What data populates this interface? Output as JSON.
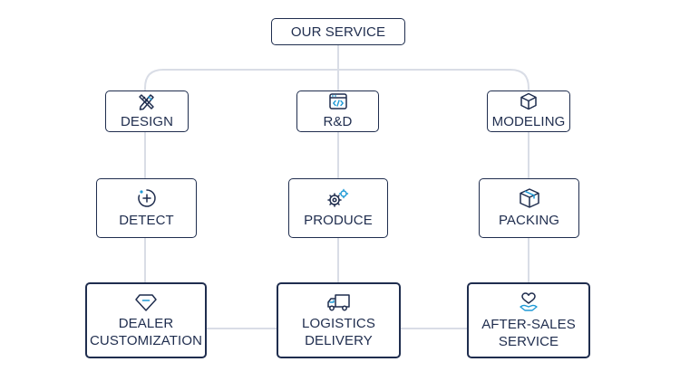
{
  "root": {
    "label": "OUR SERVICE"
  },
  "nodes": {
    "design": {
      "label": "DESIGN",
      "icon": "pencil-ruler-icon"
    },
    "rnd": {
      "label": "R&D",
      "icon": "code-window-icon"
    },
    "modeling": {
      "label": "MODELING",
      "icon": "cube-icon"
    },
    "detect": {
      "label": "DETECT",
      "icon": "detect-scan-icon"
    },
    "produce": {
      "label": "PRODUCE",
      "icon": "gears-icon"
    },
    "packing": {
      "label": "PACKING",
      "icon": "package-box-icon"
    },
    "dealer": {
      "line1": "DEALER",
      "line2": "CUSTOMIZATION",
      "icon": "diamond-icon"
    },
    "logistics": {
      "line1": "LOGISTICS",
      "line2": "DELIVERY",
      "icon": "truck-icon"
    },
    "aftersales": {
      "line1": "AFTER-SALES",
      "line2": "SERVICE",
      "icon": "hand-heart-icon"
    }
  },
  "colors": {
    "box_border": "#1f2d4e",
    "text": "#1f2d4e",
    "connector": "#d9dde6",
    "icon_accent": "#1f9ad6"
  }
}
